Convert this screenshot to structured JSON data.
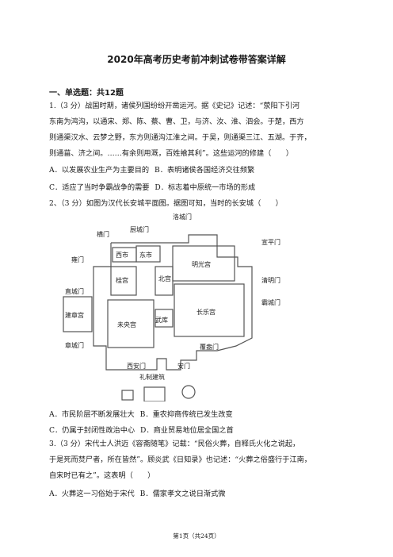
{
  "title": "2020年高考历史考前冲刺试卷带答案详解",
  "section": "一、单选题：共12题",
  "q1": {
    "lines": [
      "1.（3 分）战国时期，诸侯列国纷纷开凿运河。据《史记》记述：“荥阳下引河",
      "东南为鸿沟，以通宋、郑、陈、蔡、曹、卫，与济、汝、淮、泗会。于楚，西方",
      "则通渠汉水、云梦之野，东方则通沟江淮之间。于吴，则通渠三江、五湖。于齐，",
      "则通菑、济之间。……有余则用溉，百姓飨其利”。这些运河的修建（　　）"
    ],
    "opt_a": "A．以发展农业生产为主要目的",
    "opt_b": "B．表明诸侯各国经济交往频繁",
    "opt_c": "C．适应了当时争霸战争的需要",
    "opt_d": "D．标志着中原统一市场的形成"
  },
  "q2": {
    "stem": "2、（3 分）如图为汉代长安城平面图。据图可知，当时的长安城（　　）",
    "map_labels": {
      "luocheng": "洛城门",
      "chuyang": "厨城门",
      "heng": "横门",
      "xuanping": "宣平门",
      "yong": "雍门",
      "xishi": "西市",
      "dongshi": "东市",
      "mingguang": "明光宫",
      "qingming": "清明门",
      "gui": "桂宫",
      "bei": "北宫",
      "zhicheng": "直城门",
      "jianzhang": "建章宫",
      "changle": "长乐宫",
      "ba": "霸城门",
      "wuku": "武库",
      "weiyang": "未央宫",
      "zhang": "章城门",
      "fuang": "覆盎门",
      "xian": "西安门",
      "an": "安门",
      "lizhi": "礼制建筑"
    },
    "opt_a": "A．市民阶层不断发展壮大",
    "opt_b": "B．重农抑商传统已发生改变",
    "opt_c": "C．仍属于封闭性政治中心",
    "opt_d": "D．商业贸易地位居全国之首"
  },
  "q3": {
    "lines": [
      "3.（3 分）宋代士人洪迈《容斋随笔》记载：“民俗火葬，自释氏火化之说起，",
      "于是死而焚尸者，所在皆然”。顾炎武《日知录》也记述：“火葬之俗盛行于江南，",
      "自宋时已有之”。这表明（　　）"
    ],
    "opt_a": "A．火葬这一习俗始于宋代",
    "opt_b": "B．儒家孝文之说日渐式微"
  },
  "footer": "第1页（共24页）"
}
